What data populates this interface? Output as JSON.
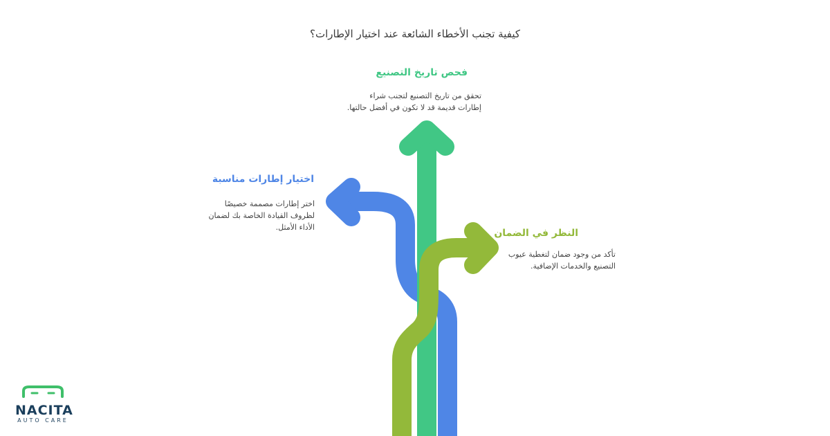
{
  "title": "كيفية تجنب الأخطاء الشائعة عند اختيار الإطارات؟",
  "steps": [
    {
      "heading": "فحص تاريخ التصنيع",
      "desc_line1": "تحقق من تاريخ التصنيع لتجنب شراء",
      "desc_line2": "إطارات قديمة قد لا تكون في أفضل حالتها.",
      "color": "#41c785"
    },
    {
      "heading": "اختيار إطارات مناسبة",
      "desc_line1": "اختر إطارات مصممة خصيصًا",
      "desc_line2": "لظروف القيادة الخاصة بك لضمان",
      "desc_line3": "الأداء الأمثل.",
      "color": "#4f86e6"
    },
    {
      "heading": "النظر في الضمان",
      "desc_line1": "تأكد من وجود ضمان لتغطية عيوب",
      "desc_line2": "التصنيع والخدمات الإضافية.",
      "color": "#93b93a"
    }
  ],
  "logo": {
    "word": "NACITA",
    "sub": "AUTO CARE",
    "color": "#1b3f5c",
    "accent": "#3fbf6a",
    "icon": "car-front-icon"
  }
}
